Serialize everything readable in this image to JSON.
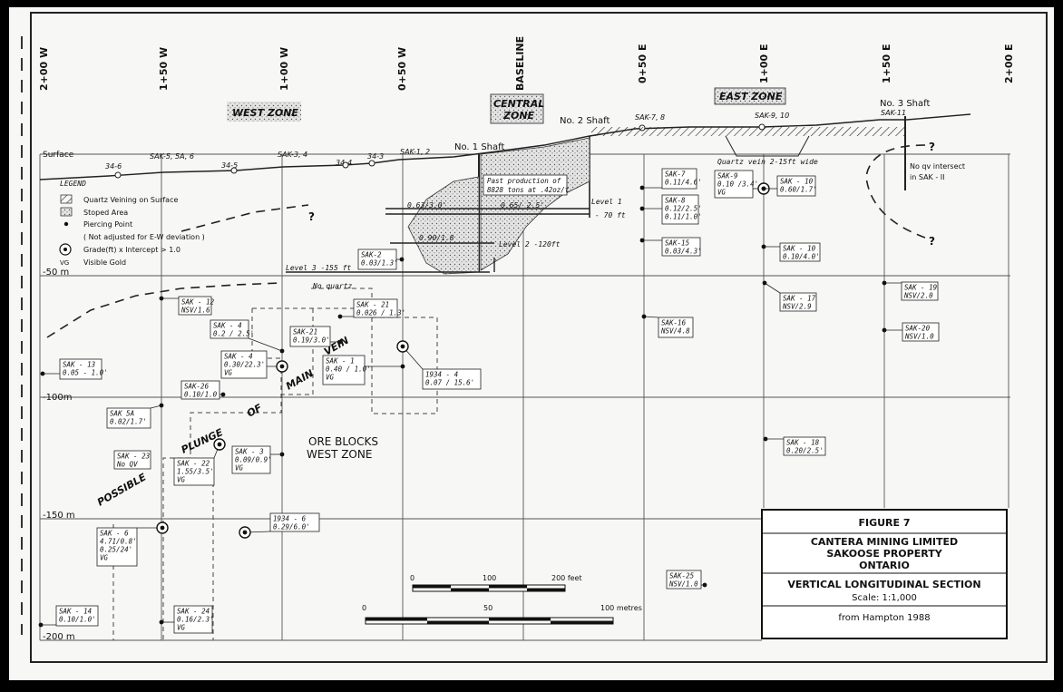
{
  "grid_labels": [
    "2+00 W",
    "1+50 W",
    "1+00 W",
    "0+50 W",
    "BASELINE",
    "0+50 E",
    "1+00 E",
    "1+50 E",
    "2+00 E"
  ],
  "depth_labels": [
    "-50 m",
    "-100m",
    "-150 m",
    "-200 m"
  ],
  "zones": {
    "west": "WEST ZONE",
    "central_1": "CENTRAL",
    "central_2": "ZONE",
    "east": "EAST ZONE"
  },
  "shafts": {
    "no1": "No. 1 Shaft",
    "no2": "No. 2 Shaft",
    "no3": "No. 3 Shaft"
  },
  "surface": {
    "label": "Surface",
    "top_holes": [
      "SAK-5, 5A, 6",
      "SAK-3, 4",
      "SAK-1, 2",
      "SAK-7, 8",
      "SAK-9, 10",
      "SAK-11"
    ],
    "trench_labels": [
      "34-6",
      "34-5",
      "34-4",
      "34-3"
    ]
  },
  "legend": {
    "title": "LEGEND",
    "items": [
      "Quartz Veining on Surface",
      "Stoped Area",
      "Piercing Point",
      "( Not adjusted for  E-W  deviation )",
      "Grade(ft) x Intercept > 1.0",
      "Visible Gold"
    ],
    "vg": "VG"
  },
  "workings": {
    "production_1": "Past production of",
    "production_2": "8828 tons at .42oz/t",
    "level1_1": "Level 1",
    "level1_2": "- 70 ft",
    "level2": "Level 2  -120ft",
    "level3": "Level 3  -155 ft",
    "assay_1": "0.63/3.0'",
    "assay_2": "0.65/ 2.5'",
    "assay_3": "0.90/1.8",
    "quartz_vein": "Quartz  vein  2-15ft  wide",
    "no_qv_1": "No qv intersect",
    "no_qv_2": "in SAK - II",
    "no_quartz": "No quartz",
    "question": "?"
  },
  "annotations": {
    "main": "MAIN",
    "vein": "VEIN",
    "of": "OF",
    "plunge": "PLUNGE",
    "possible": "POSSIBLE",
    "ore_blocks_1": "ORE BLOCKS",
    "ore_blocks_2": "WEST ZONE"
  },
  "holes": [
    {
      "id": "SAK-2",
      "l1": "SAK-2",
      "l2": "0.03/1.3'",
      "l3": ""
    },
    {
      "id": "SAK-7",
      "l1": "SAK-7",
      "l2": "0.11/4.6'",
      "l3": ""
    },
    {
      "id": "SAK-8",
      "l1": "SAK-8",
      "l2": "0.12/2.5'",
      "l3": "0.11/1.0'"
    },
    {
      "id": "SAK-15",
      "l1": "SAK-15",
      "l2": "0.03/4.3'",
      "l3": ""
    },
    {
      "id": "SAK-9",
      "l1": "SAK-9",
      "l2": "0.10 /3.4'",
      "l3": "VG"
    },
    {
      "id": "SAK-10a",
      "l1": "SAK - 10",
      "l2": "0.60/1.7'",
      "l3": ""
    },
    {
      "id": "SAK-10b",
      "l1": "SAK - 10",
      "l2": "0.10/4.0'",
      "l3": ""
    },
    {
      "id": "SAK-12",
      "l1": "SAK - 12",
      "l2": "NSV/1.6",
      "l3": ""
    },
    {
      "id": "SAK-21a",
      "l1": "SAK - 21",
      "l2": "0.026 / 1.3'",
      "l3": ""
    },
    {
      "id": "SAK-21b",
      "l1": "SAK-21",
      "l2": "0.19/3.0'",
      "l3": ""
    },
    {
      "id": "SAK-4a",
      "l1": "SAK - 4",
      "l2": "0.2 / 2.5'",
      "l3": ""
    },
    {
      "id": "SAK-4b",
      "l1": "SAK - 4",
      "l2": "0.30/22.3'",
      "l3": "VG"
    },
    {
      "id": "SAK-1",
      "l1": "SAK - 1",
      "l2": "0.40 / 1.0'",
      "l3": "VG"
    },
    {
      "id": "1934-4",
      "l1": "1934 - 4",
      "l2": "0.07 / 15.6'",
      "l3": ""
    },
    {
      "id": "SAK-13",
      "l1": "SAK - 13",
      "l2": "0.05 - 1.0'",
      "l3": ""
    },
    {
      "id": "SAK-26",
      "l1": "SAK-26",
      "l2": "0.10/1.0",
      "l3": ""
    },
    {
      "id": "SAK-16",
      "l1": "SAK-16",
      "l2": "NSV/4.8",
      "l3": ""
    },
    {
      "id": "SAK-17",
      "l1": "SAK - 17",
      "l2": "NSV/2.9",
      "l3": ""
    },
    {
      "id": "SAK-19",
      "l1": "SAK - 19",
      "l2": "NSV/2.0",
      "l3": ""
    },
    {
      "id": "SAK-20",
      "l1": "SAK-20",
      "l2": "NSV/1.0",
      "l3": ""
    },
    {
      "id": "SAK-5A",
      "l1": "SAK 5A",
      "l2": "0.02/1.7'",
      "l3": ""
    },
    {
      "id": "SAK-23",
      "l1": "SAK - 23",
      "l2": "No QV",
      "l3": ""
    },
    {
      "id": "SAK-22",
      "l1": "SAK - 22",
      "l2": "1.55/3.5'",
      "l3": "VG"
    },
    {
      "id": "SAK-3",
      "l1": "SAK - 3",
      "l2": "0.09/0.9'",
      "l3": "VG"
    },
    {
      "id": "SAK-18",
      "l1": "SAK - 18",
      "l2": "0.20/2.5'",
      "l3": ""
    },
    {
      "id": "1934-6",
      "l1": "1934 - 6",
      "l2": "0.29/6.0'",
      "l3": ""
    },
    {
      "id": "SAK-6",
      "l1": "SAK - 6",
      "l2": "4.71/0.8'",
      "l3": "0.25/24'",
      "l4": "VG"
    },
    {
      "id": "SAK-25",
      "l1": "SAK-25",
      "l2": "NSV/1.0",
      "l3": ""
    },
    {
      "id": "SAK-14",
      "l1": "SAK - 14",
      "l2": "0.10/1.0'",
      "l3": ""
    },
    {
      "id": "SAK-24",
      "l1": "SAK - 24",
      "l2": "0.16/2.3'",
      "l3": "VG"
    }
  ],
  "scale": {
    "feet": [
      "0",
      "100",
      "200 feet"
    ],
    "metres": [
      "0",
      "50",
      "100 metres"
    ]
  },
  "title_block": {
    "figure": "FIGURE 7",
    "company": "CANTERA MINING LIMITED",
    "property": "SAKOOSE PROPERTY",
    "province": "ONTARIO",
    "section": "VERTICAL LONGITUDINAL SECTION",
    "scale": "Scale: 1:1,000",
    "source": "from Hampton 1988"
  }
}
